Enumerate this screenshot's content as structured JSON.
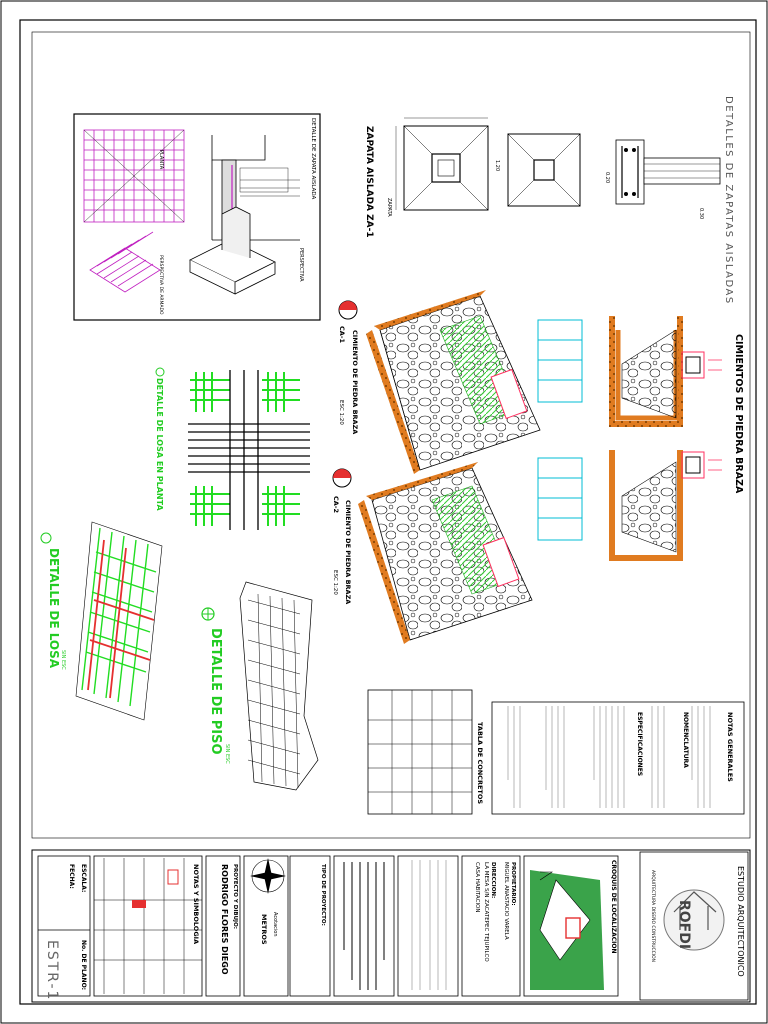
{
  "sheet": {
    "main_title": "DETALLES DE ZAPATAS AISLADAS",
    "sheet_id": "ESTR-1"
  },
  "footing": {
    "title": "ZAPATA AISLADA ZA-1",
    "dims": [
      "1.20",
      "0.20",
      "0.30"
    ]
  },
  "isometric": {
    "title": "DETALLE DE ZAPATA AISLADA",
    "subtitle": "PERSPECTIVA DE ARMADO"
  },
  "foundation": {
    "title": "CIMIENTOS DE PIEDRA BRAZA",
    "ca1_label": "CIMIENTO DE PIEDRA BRAZA",
    "ca1_code": "CA-1",
    "ca2_label": "CIMIENTO DE PIEDRA BRAZA",
    "ca2_code": "CA-2",
    "scale": "ESC 1:20"
  },
  "slab_plan": {
    "title": "DETALLE DE LOSA EN PLANTA"
  },
  "slab": {
    "title": "DETALLE DE LOSA",
    "scale": "SIN ESC"
  },
  "floor": {
    "title": "DETALLE DE PISO",
    "scale": "SIN ESC"
  },
  "notes": {
    "title": "NOTAS GENERALES",
    "nomenclature": "NOMENCLATURA",
    "specs": "ESPECIFICACIONES"
  },
  "concrete_table": {
    "title": "TABLA DE CONCRETOS",
    "rows": [
      [
        "",
        "",
        "",
        "",
        ""
      ],
      [
        "",
        "",
        "",
        "",
        ""
      ],
      [
        "",
        "",
        "",
        "",
        ""
      ],
      [
        "",
        "",
        "",
        "",
        ""
      ]
    ]
  },
  "title_block": {
    "studio": "ESTUDIO ARQUITECTONICO",
    "logo": "ROFDI",
    "studio_sub": "ARQUITECTURA  DISEÑO  CONSTRUCCION",
    "location_title": "CROQUIS DE LOCALIZACION",
    "owner_label": "PROPIETARIO:",
    "owner": "MIGUEL ANASTACIO VARELA",
    "address_label": "DIRECCION:",
    "address": "LA MESA S/N ZACATEPEC TEJUPILCO",
    "project_type_label": "TIPO DE PROYECTO:",
    "project_type": "CASA HABITACION",
    "designer_label": "PROYECTO Y DIBUJO:",
    "designer": "RODRIGO FLORES DIEGO",
    "symbols_title": "NOTAS Y SIMBOLOGIA",
    "units_label": "Acotacion",
    "units": "METROS",
    "scale_label": "ESCALA:",
    "date_label": "FECHA:",
    "sheet_no_label": "No. DE PLANO:"
  }
}
